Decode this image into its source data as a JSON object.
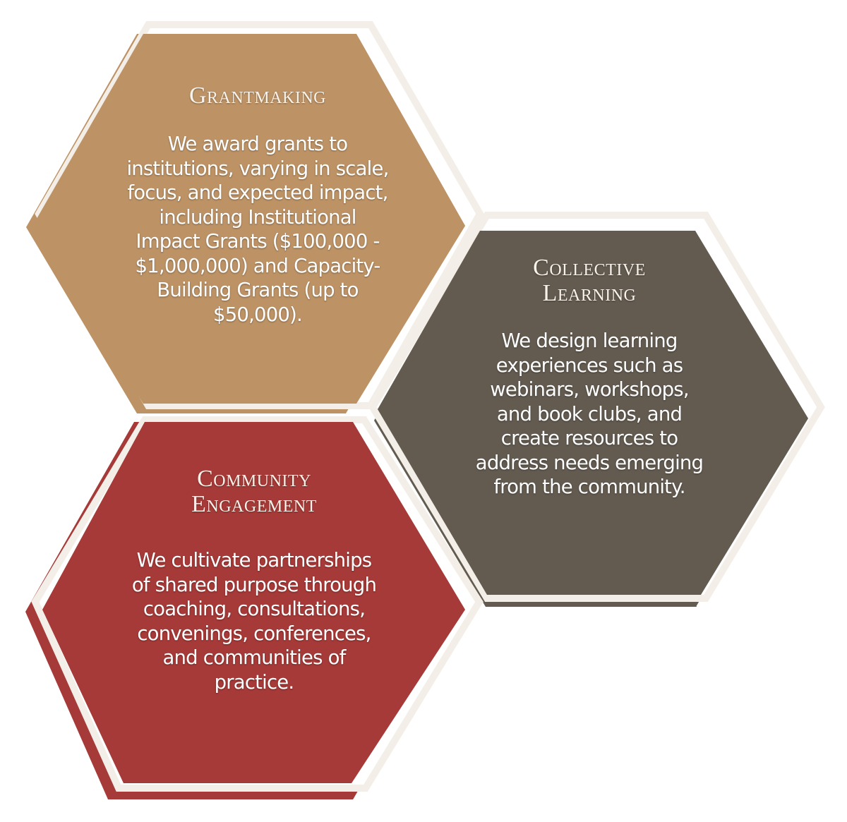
{
  "colors": {
    "grantmaking_fill": "#bd9366",
    "collective_learning_fill": "#635b50",
    "community_engagement_fill": "#a63a38",
    "outline_cream": "#f3efe8",
    "background": "#ffffff",
    "text": "#ffffff"
  },
  "hexagons": [
    {
      "id": "grantmaking",
      "title": "Grantmaking",
      "body": "We award grants to\ninstitutions, varying in scale,\nfocus, and expected impact,\nincluding Institutional\nImpact Grants ($100,000 -\n$1,000,000) and Capacity-\nBuilding Grants (up to\n$50,000)."
    },
    {
      "id": "collective-learning",
      "title": "Collective\nLearning",
      "title_lines": [
        "Collective",
        "Learning"
      ],
      "body": "We design learning\nexperiences such as\nwebinars, workshops,\nand book clubs, and\ncreate resources to\naddress needs emerging\nfrom the community."
    },
    {
      "id": "community-engagement",
      "title": "Community\nEngagement",
      "title_lines": [
        "Community",
        "Engagement"
      ],
      "body": "We cultivate partnerships\nof shared purpose through\ncoaching, consultations,\nconvenings, conferences,\nand communities of\npractice."
    }
  ]
}
